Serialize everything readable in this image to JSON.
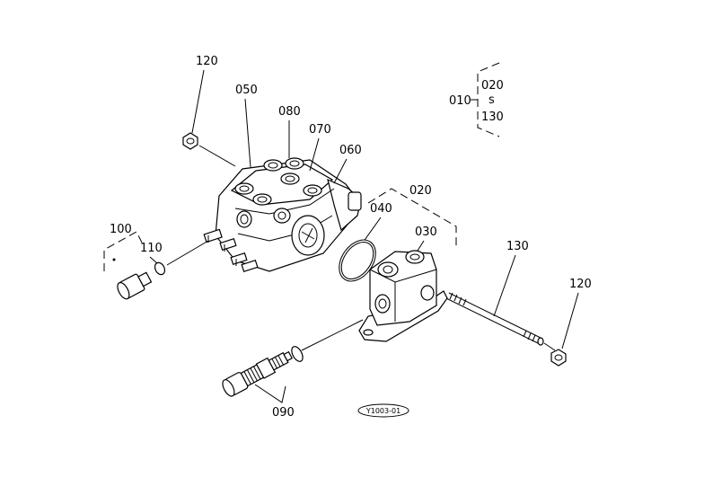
{
  "labels": {
    "p010": "010",
    "p020_range": "020",
    "range_sep": "s",
    "p130_range": "130",
    "p020": "020",
    "p030": "030",
    "p040": "040",
    "p050": "050",
    "p060": "060",
    "p070": "070",
    "p080": "080",
    "p090": "090",
    "p100": "100",
    "p110": "110",
    "p120_top": "120",
    "p120_right": "120",
    "p130": "130"
  },
  "drawing_id": "Y1003-01"
}
